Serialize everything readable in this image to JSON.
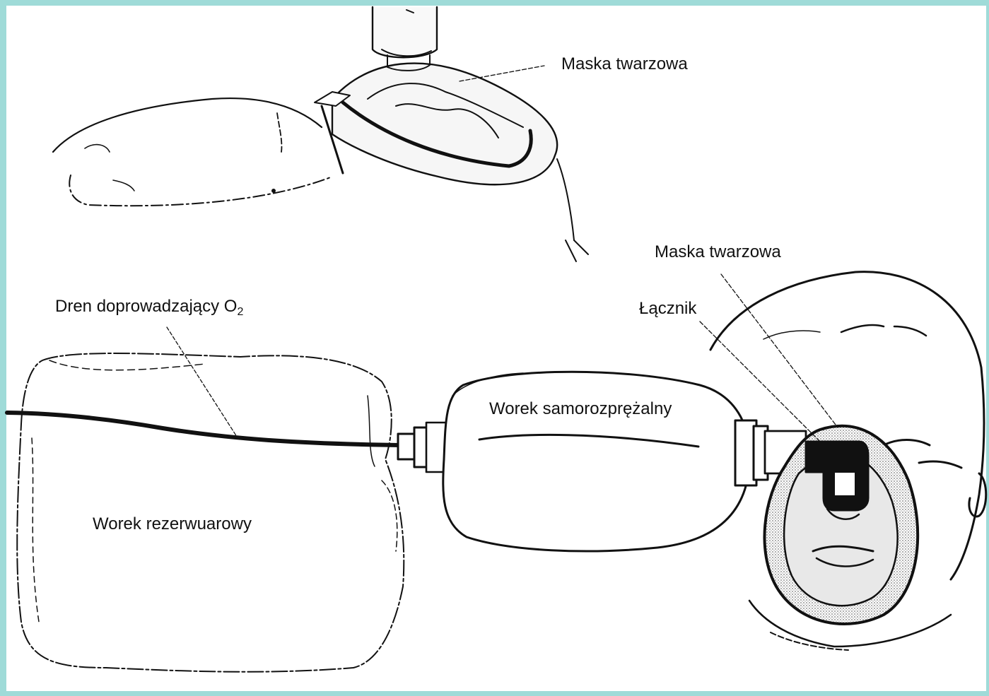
{
  "labels": {
    "top_mask": "Maska twarzowa",
    "side_mask": "Maska twarzowa",
    "connector": "Łącznik",
    "o2_tube": "Dren doprowadzający O",
    "o2_tube_subscript": "2",
    "self_inflating_bag": "Worek samorozprężalny",
    "reservoir_bag": "Worek rezerwuarowy"
  },
  "colors": {
    "frame": "#9fdbd8",
    "paper": "#ffffff",
    "ink": "#111111",
    "mask_fill": "#d9d9d9"
  }
}
